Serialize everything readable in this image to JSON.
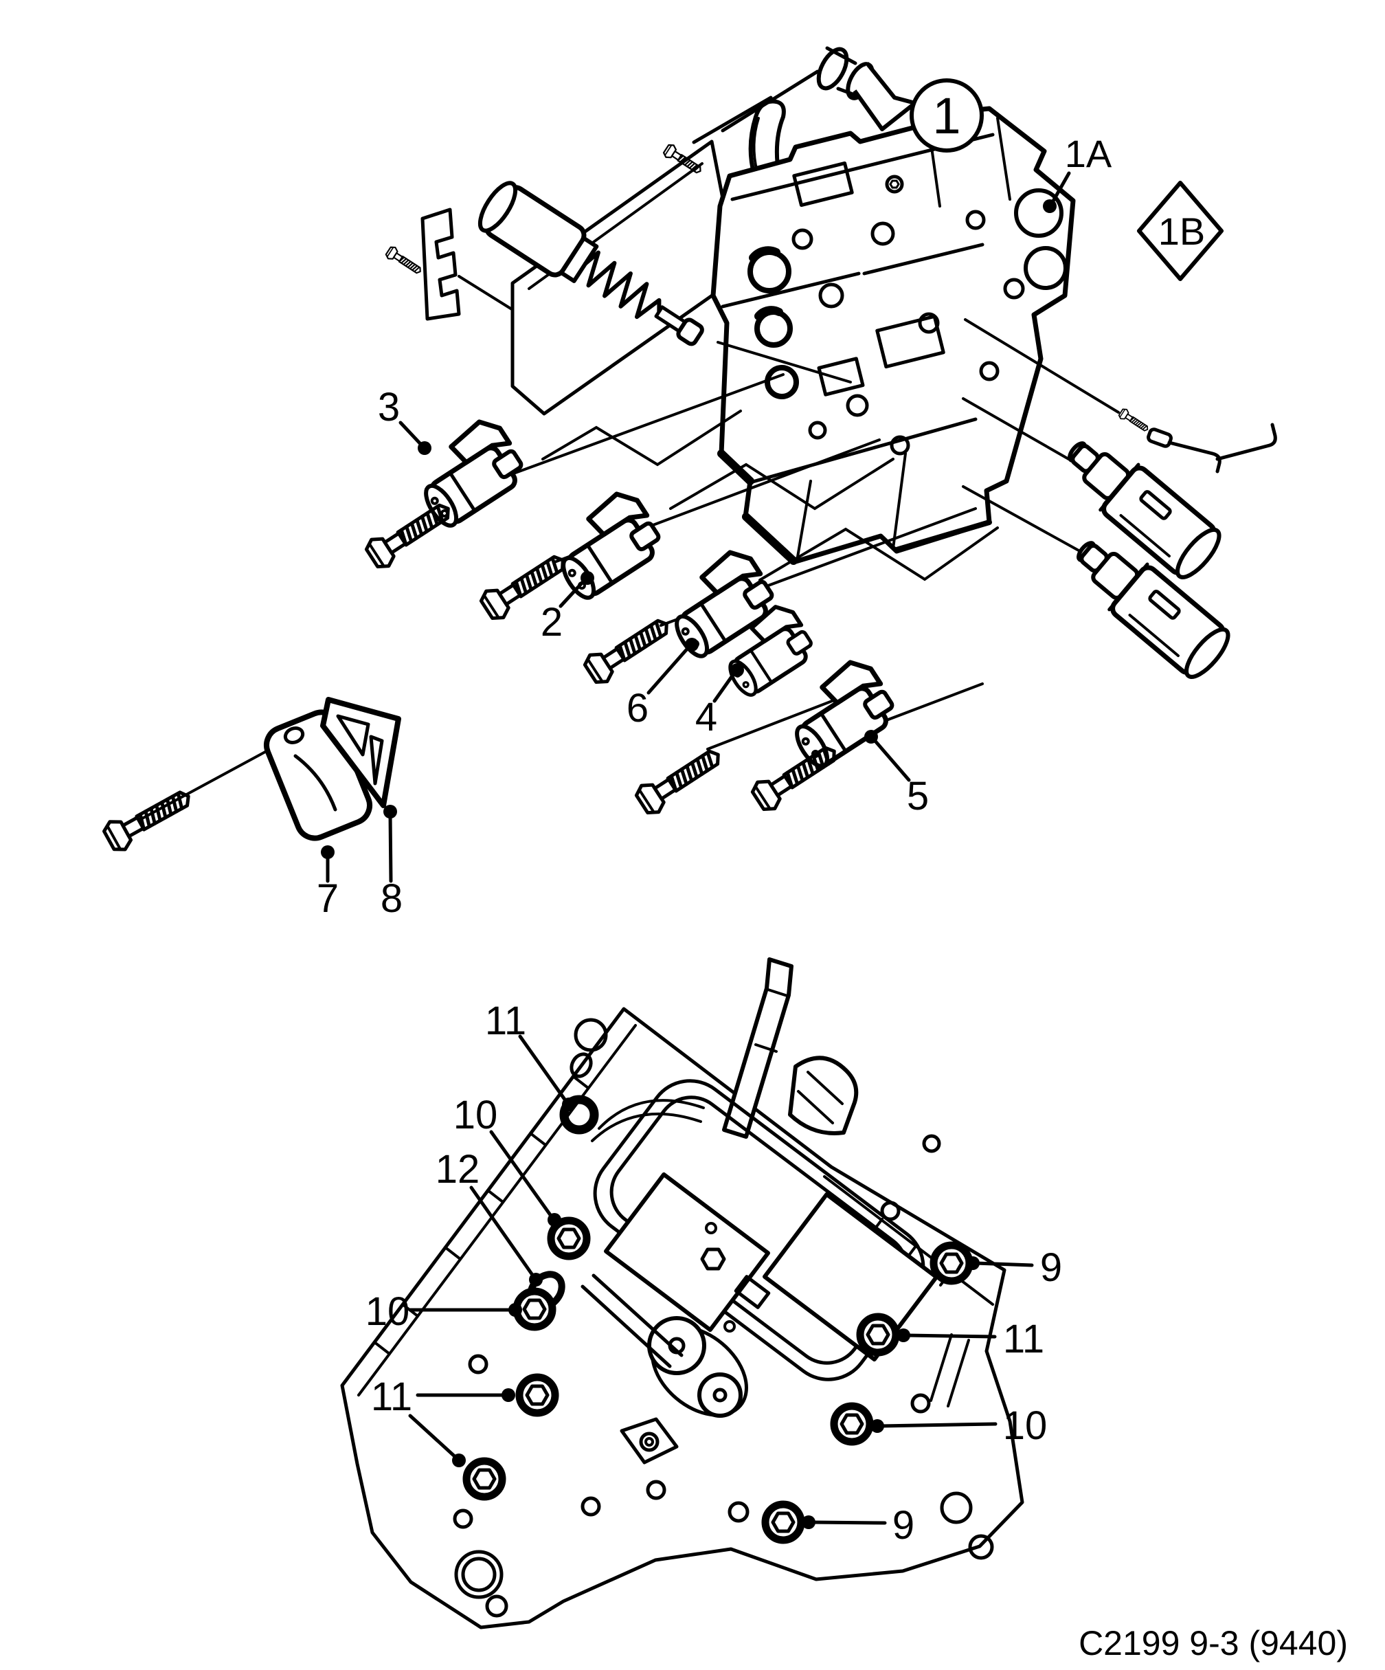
{
  "page": {
    "background": "#ffffff",
    "ink": "#000000"
  },
  "figure": {
    "caption": "C2199 9-3 (9440)",
    "labels": {
      "n1": "1",
      "n1a": "1A",
      "n1b": "1B",
      "n2": "2",
      "n3": "3",
      "n4": "4",
      "n5": "5",
      "n6": "6",
      "n7": "7",
      "n8": "8",
      "n9": "9",
      "n10": "10",
      "n11": "11",
      "n12": "12"
    }
  }
}
